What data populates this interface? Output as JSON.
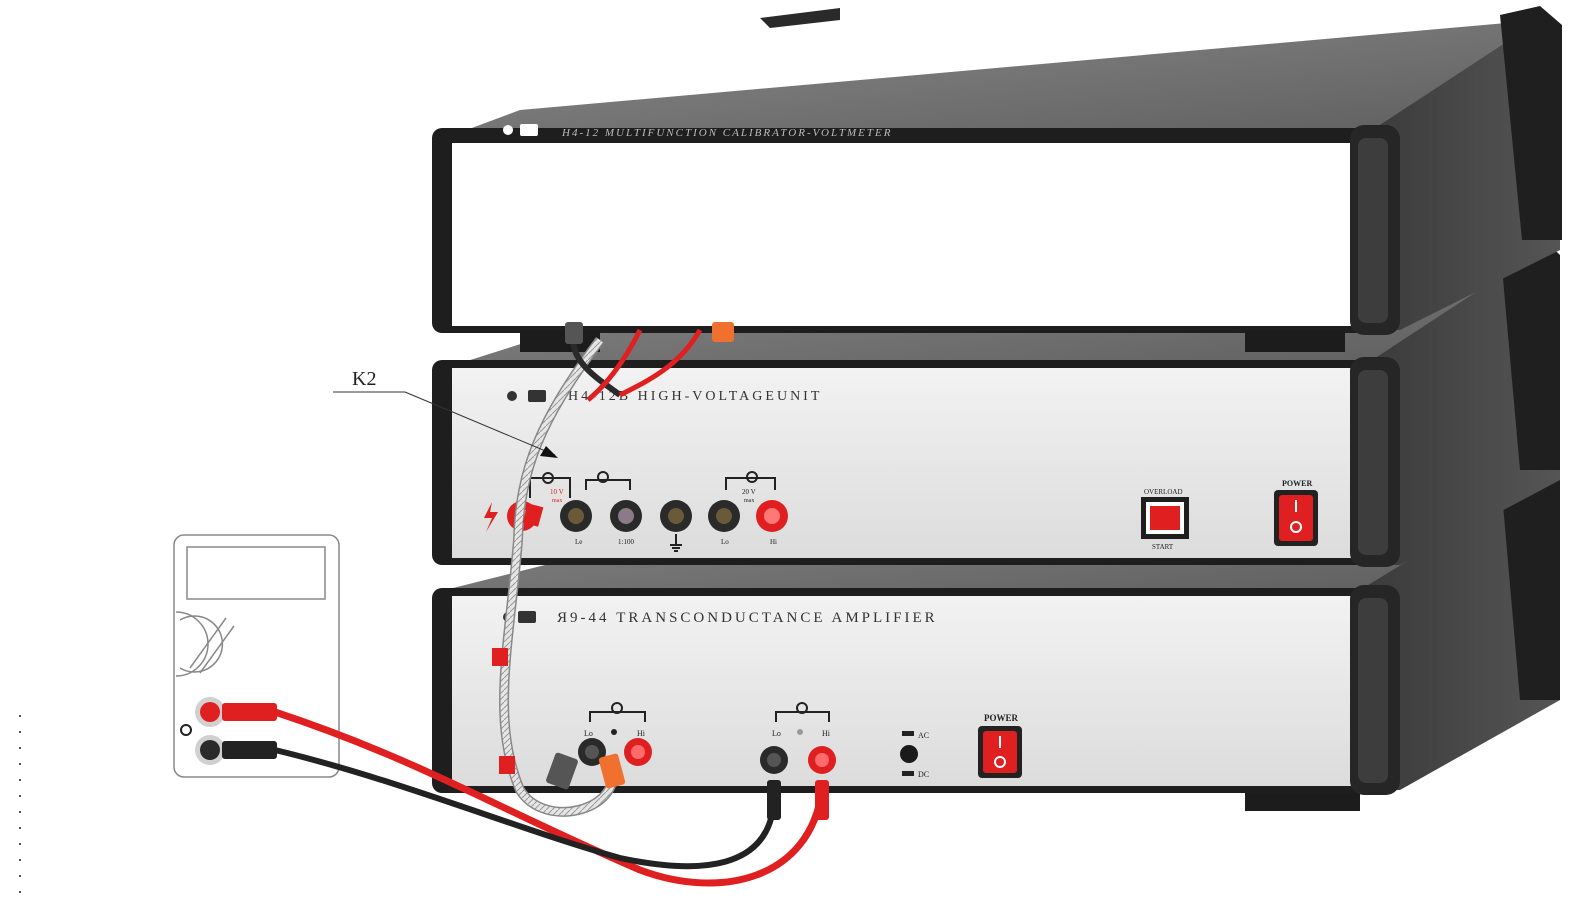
{
  "callout": {
    "label": "K2"
  },
  "unit_top": {
    "title": "H4-12 MULTIFUNCTION CALIBRATOR-VOLTMETER"
  },
  "unit_mid": {
    "title": "H4-12B HIGH-VOLTAGEUNIT",
    "terminal_labels": {
      "le1": "Le",
      "ratio": "1:100",
      "le2": "Lo",
      "hi": "Hi",
      "v20": "20 V",
      "v20b": "max",
      "hv": "10 V",
      "hv_b": "max"
    },
    "overload_label": "OVERLOAD",
    "start_label": "START",
    "power_label": "POWER"
  },
  "unit_bottom": {
    "title": "Я9-44 TRANSCONDUCTANCE AMPLIFIER",
    "terminal_labels": {
      "lo1": "Lo",
      "hi1": "Hi",
      "lo2": "Lo",
      "hi2": "Hi",
      "ac": "AC",
      "dc": "DC"
    },
    "power_label": "POWER"
  },
  "colors": {
    "chassis_dark": "#2b2b2b",
    "chassis_top": "#6f6f6f",
    "panel": "#e6e6e6",
    "red": "#e02020",
    "black": "#222222"
  }
}
